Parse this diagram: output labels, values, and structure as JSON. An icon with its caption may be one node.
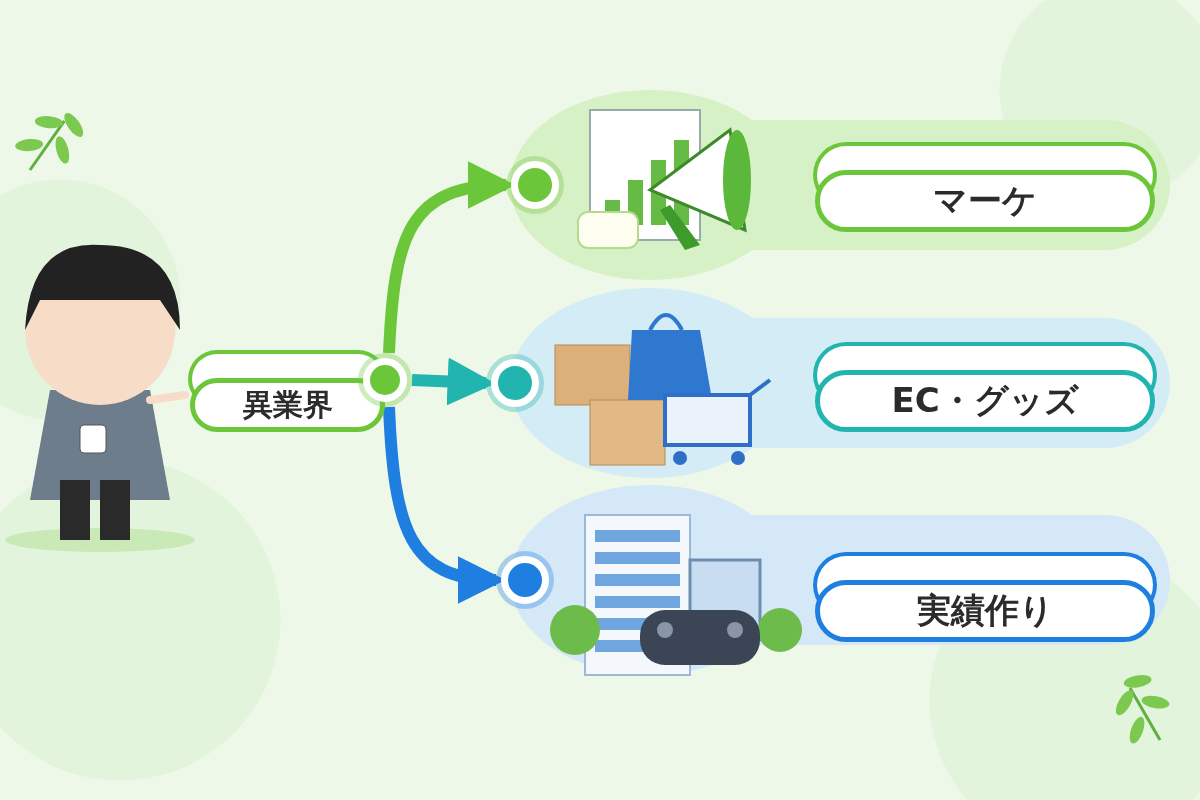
{
  "diagram": {
    "nodes": [
      {
        "text": [
          "異業界"
        ]
      },
      {
        "text": [],
        "shape": "circle"
      },
      {
        "text": [],
        "shape": "circle"
      },
      {
        "text": [],
        "shape": "circle"
      },
      {
        "text": [],
        "shape": "circle"
      },
      {
        "text": [
          "マーケ"
        ]
      },
      {
        "text": [
          "EC・グッズ"
        ]
      },
      {
        "text": [
          "実績作り"
        ]
      }
    ],
    "edges": [
      {
        "from": 1,
        "to": 2,
        "arrow": "to",
        "color": "#6cc63a"
      },
      {
        "from": 1,
        "to": 3,
        "arrow": "to",
        "color": "#22b5b0"
      },
      {
        "from": 1,
        "to": 4,
        "arrow": "to",
        "color": "#1e7fe0"
      }
    ]
  }
}
